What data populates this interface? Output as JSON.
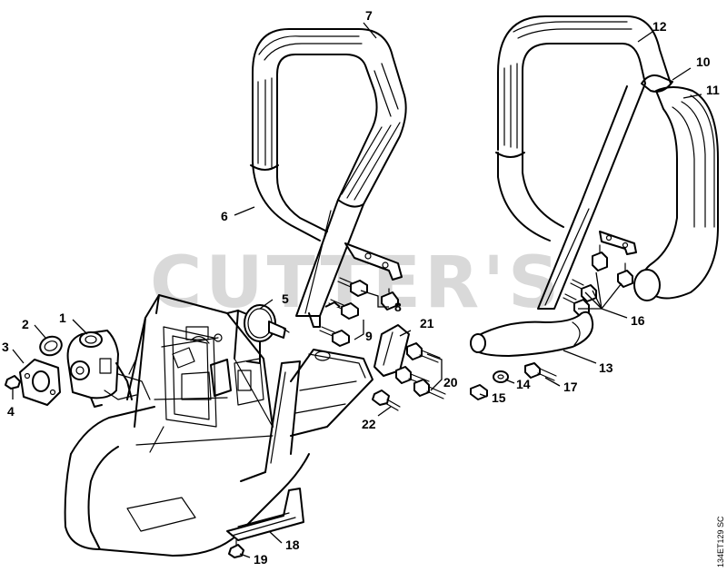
{
  "watermark": "CUTTER'S",
  "drawing_code": "134ET129 SC",
  "parts": {
    "p1": "1",
    "p2": "2",
    "p3": "3",
    "p4": "4",
    "p5": "5",
    "p6": "6",
    "p7": "7",
    "p8": "8",
    "p9": "9",
    "p10": "10",
    "p11": "11",
    "p12": "12",
    "p13": "13",
    "p14": "14",
    "p15": "15",
    "p16": "16",
    "p17": "17",
    "p18": "18",
    "p19": "19",
    "p20": "20",
    "p21": "21",
    "p22": "22"
  }
}
